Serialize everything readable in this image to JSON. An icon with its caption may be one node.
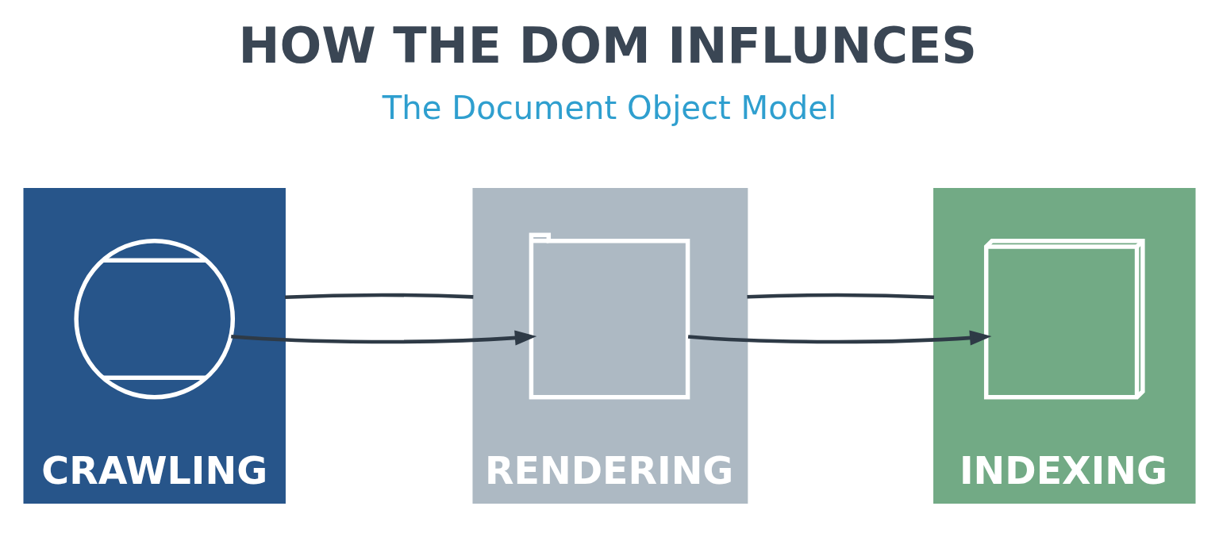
{
  "diagram": {
    "title": "HOW THE DOM INFLUNCES",
    "nodes": [
      {
        "text": [
          "CRAWLING"
        ]
      },
      {
        "text": [
          "RENDERING"
        ]
      },
      {
        "text": [
          "INDEXING"
        ]
      },
      {
        "text": [],
        "shape": "picture",
        "in": 0
      },
      {
        "text": [],
        "shape": "picture",
        "in": 1
      },
      {
        "text": [],
        "shape": "picture",
        "in": 2
      }
    ],
    "edges": [
      {
        "from": 3,
        "to": 4,
        "arrow": "to"
      },
      {
        "from": 4,
        "to": 5,
        "arrow": "to"
      },
      {
        "from": 0,
        "to": 1,
        "arrow": "none"
      },
      {
        "from": 1,
        "to": 2,
        "arrow": "none"
      }
    ],
    "labels": [
      "The Document Object Model"
    ]
  }
}
